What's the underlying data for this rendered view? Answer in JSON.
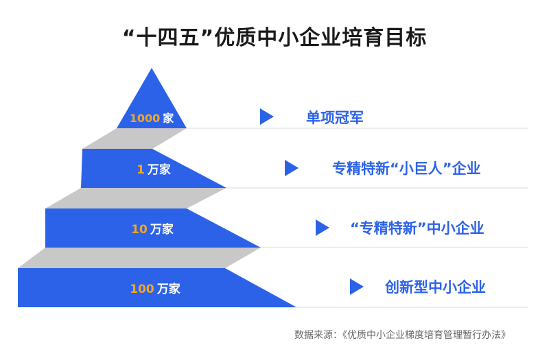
{
  "title": "“十四五”优质中小企业培育目标",
  "colors": {
    "tier": "#2b62e8",
    "tier_dark": "#1e4fd0",
    "connector": "#c8c8c8",
    "number": "#f5a623",
    "target_text": "#2b62e8",
    "divider": "#e6e6e6"
  },
  "tiers": [
    {
      "number": "1000",
      "unit": "家",
      "target": "单项冠军"
    },
    {
      "number": "1",
      "unit": "万家",
      "target": "专精特新“小巨人”企业"
    },
    {
      "number": "10",
      "unit": "万家",
      "target": "“专精特新”中小企业"
    },
    {
      "number": "100",
      "unit": "万家",
      "target": "创新型中小企业"
    }
  ],
  "source": {
    "label": "数据来源：",
    "text": "《优质中小企业梯度培育管理暂行办法》"
  }
}
